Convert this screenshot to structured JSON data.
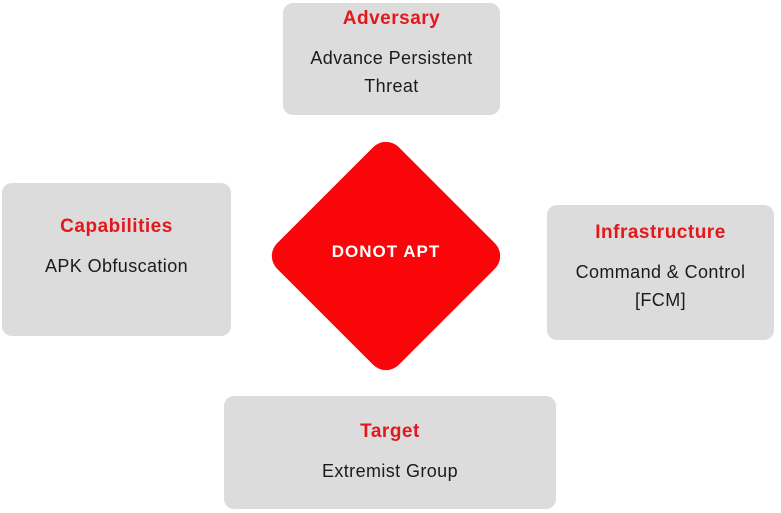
{
  "diagram": {
    "name": "diamond-model",
    "center": {
      "label": "DONOT APT"
    },
    "nodes": [
      {
        "id": "adversary",
        "title": "Adversary",
        "lines": [
          "Advance Persistent Threat"
        ]
      },
      {
        "id": "capabilities",
        "title": "Capabilities",
        "lines": [
          "APK Obfuscation"
        ]
      },
      {
        "id": "infrastructure",
        "title": "Infrastructure",
        "lines": [
          "Command & Control",
          "[FCM]"
        ]
      },
      {
        "id": "target",
        "title": "Target",
        "lines": [
          "Extremist Group"
        ]
      }
    ]
  },
  "colors": {
    "box-bg": "#dcdcdc",
    "heading-red": "#e2191c",
    "diamond-red": "#fa0509",
    "body-text": "#1b1b1b",
    "diamond-text": "#ffffff",
    "page-bg": "#ffffff"
  }
}
